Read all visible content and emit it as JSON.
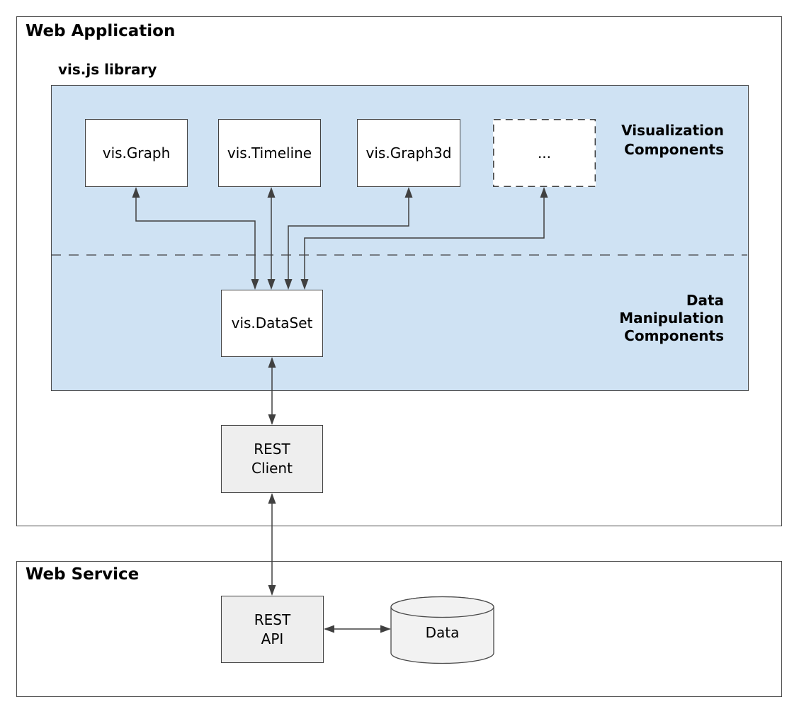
{
  "colors": {
    "panel_blue": "#cfe2f3",
    "box_gray": "#eeeeee",
    "box_white": "#ffffff",
    "cylinder_gray": "#f2f2f2",
    "line_dark": "#404040"
  },
  "web_application": {
    "title": "Web Application",
    "library": {
      "title": "vis.js library",
      "visualization_components_label": [
        "Visualization",
        "Components"
      ],
      "data_manipulation_label": [
        "Data",
        "Manipulation",
        "Components"
      ],
      "boxes": {
        "graph": "vis.Graph",
        "timeline": "vis.Timeline",
        "graph3d": "vis.Graph3d",
        "more": "...",
        "dataset": "vis.DataSet"
      }
    },
    "rest_client": [
      "REST",
      "Client"
    ]
  },
  "web_service": {
    "title": "Web Service",
    "rest_api": [
      "REST",
      "API"
    ],
    "data_store": "Data"
  }
}
